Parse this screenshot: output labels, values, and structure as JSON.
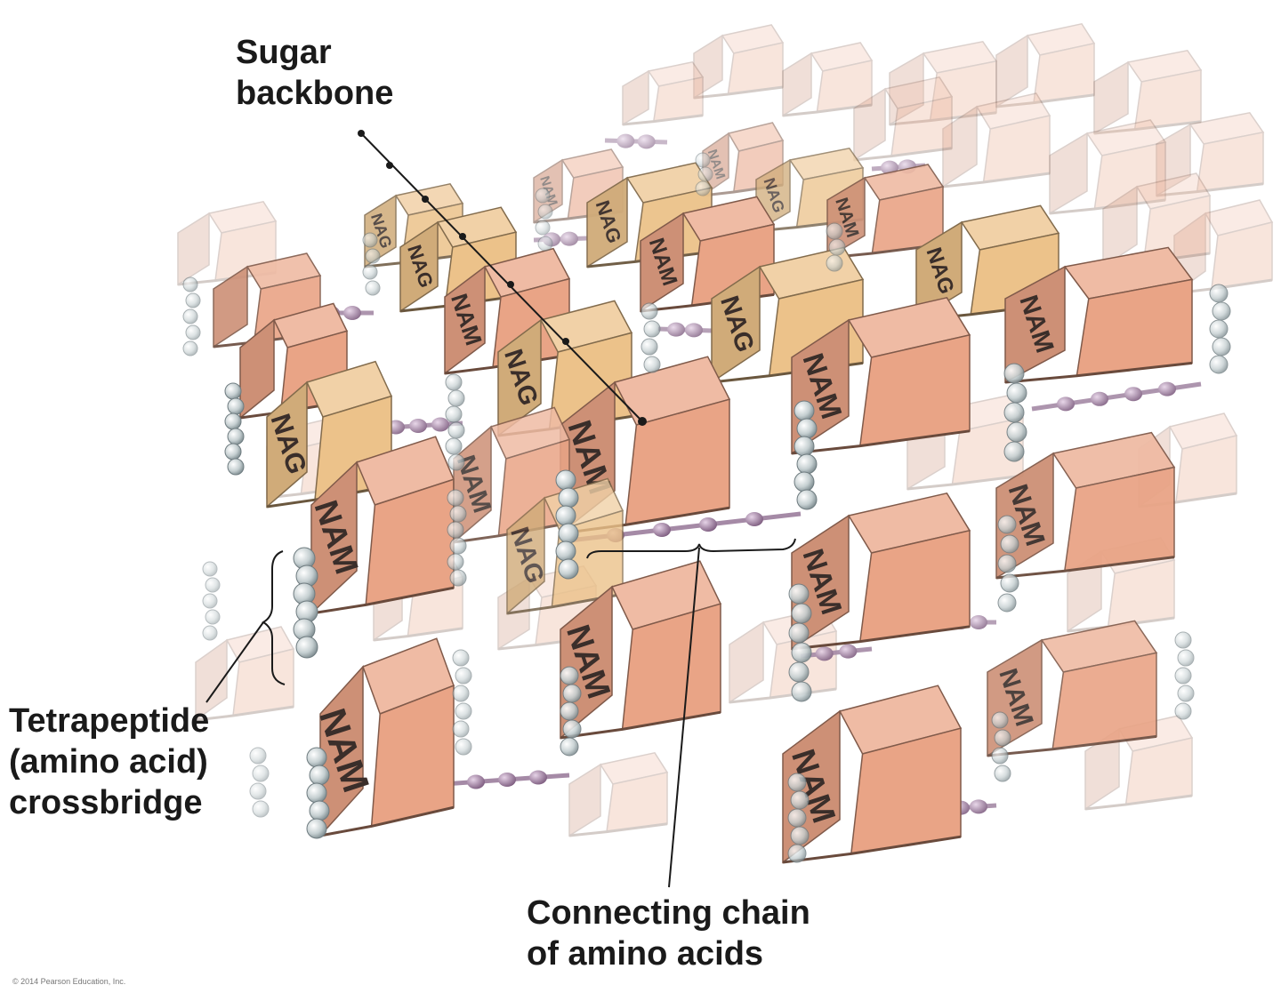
{
  "labels": {
    "sugar_backbone": [
      "Sugar",
      "backbone"
    ],
    "tetrapeptide": [
      "Tetrapeptide",
      "(amino acid)",
      "crossbridge"
    ],
    "connecting_chain": [
      "Connecting chain",
      "of amino acids"
    ]
  },
  "block_labels": {
    "nam": "NAM",
    "nag": "NAG"
  },
  "copyright": "© 2014 Pearson Education, Inc.",
  "colors": {
    "nam_block": "#e9a486",
    "nag_block": "#ecc28a",
    "peptide_bead": "#bfc9cb",
    "peptide_link": "#a58aa6",
    "leader_line": "#1a1a1a"
  }
}
